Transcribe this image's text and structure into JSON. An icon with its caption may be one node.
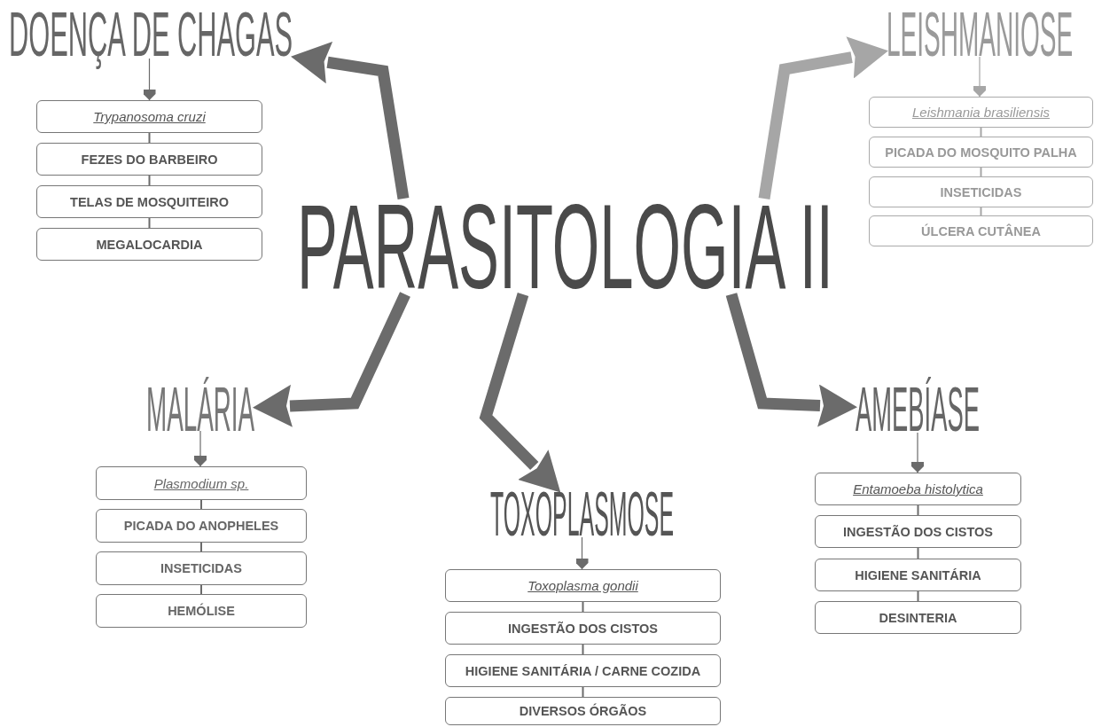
{
  "diagram": {
    "nodes": [
      {
        "text": [
          "PARASITOLOGIA II"
        ]
      },
      {
        "text": [
          "DOENÇA DE CHAGAS"
        ]
      },
      {
        "text": [
          "Trypanosoma cruzi"
        ]
      },
      {
        "text": [
          "FEZES DO BARBEIRO"
        ]
      },
      {
        "text": [
          "TELAS DE MOSQUITEIRO"
        ]
      },
      {
        "text": [
          "MEGALOCARDIA"
        ]
      },
      {
        "text": [
          "LEISHMANIOSE"
        ]
      },
      {
        "text": [
          "Leishmania brasiliensis"
        ]
      },
      {
        "text": [
          "PICADA DO MOSQUITO PALHA"
        ]
      },
      {
        "text": [
          "INSETICIDAS"
        ]
      },
      {
        "text": [
          "ÚLCERA CUTÂNEA"
        ]
      },
      {
        "text": [
          "MALÁRIA"
        ]
      },
      {
        "text": [
          "Plasmodium sp."
        ]
      },
      {
        "text": [
          "PICADA DO ANOPHELES"
        ]
      },
      {
        "text": [
          "INSETICIDAS"
        ]
      },
      {
        "text": [
          "HEMÓLISE"
        ]
      },
      {
        "text": [
          "TOXOPLASMOSE"
        ]
      },
      {
        "text": [
          "Toxoplasma gondii"
        ]
      },
      {
        "text": [
          "INGESTÃO DOS CISTOS"
        ]
      },
      {
        "text": [
          "HIGIENE SANITÁRIA / CARNE COZIDA"
        ]
      },
      {
        "text": [
          "DIVERSOS ÓRGÃOS"
        ]
      },
      {
        "text": [
          "AMEBÍASE"
        ]
      },
      {
        "text": [
          "Entamoeba histolytica"
        ]
      },
      {
        "text": [
          "INGESTÃO DOS CISTOS"
        ]
      },
      {
        "text": [
          "HIGIENE SANITÁRIA"
        ]
      },
      {
        "text": [
          "DESINTERIA"
        ]
      }
    ],
    "edges": [
      {
        "from": 0,
        "to": 1,
        "arrow": "to",
        "style": "thick"
      },
      {
        "from": 0,
        "to": 6,
        "arrow": "to",
        "style": "thick",
        "color": "#a6a6a6"
      },
      {
        "from": 0,
        "to": 11,
        "arrow": "to",
        "style": "thick"
      },
      {
        "from": 0,
        "to": 16,
        "arrow": "to",
        "style": "thick"
      },
      {
        "from": 0,
        "to": 21,
        "arrow": "to",
        "style": "thick"
      },
      {
        "from": 1,
        "to": 2,
        "arrow": "to"
      },
      {
        "from": 2,
        "to": 3,
        "arrow": "none"
      },
      {
        "from": 3,
        "to": 4,
        "arrow": "none"
      },
      {
        "from": 4,
        "to": 5,
        "arrow": "none"
      },
      {
        "from": 6,
        "to": 7,
        "arrow": "to",
        "color": "#a6a6a6"
      },
      {
        "from": 7,
        "to": 8,
        "arrow": "none",
        "color": "#a6a6a6"
      },
      {
        "from": 8,
        "to": 9,
        "arrow": "none",
        "color": "#a6a6a6"
      },
      {
        "from": 9,
        "to": 10,
        "arrow": "none",
        "color": "#a6a6a6"
      },
      {
        "from": 11,
        "to": 12,
        "arrow": "to"
      },
      {
        "from": 12,
        "to": 13,
        "arrow": "none"
      },
      {
        "from": 13,
        "to": 14,
        "arrow": "none"
      },
      {
        "from": 14,
        "to": 15,
        "arrow": "none"
      },
      {
        "from": 16,
        "to": 17,
        "arrow": "to"
      },
      {
        "from": 17,
        "to": 18,
        "arrow": "none"
      },
      {
        "from": 18,
        "to": 19,
        "arrow": "none"
      },
      {
        "from": 19,
        "to": 20,
        "arrow": "none"
      },
      {
        "from": 21,
        "to": 22,
        "arrow": "to"
      },
      {
        "from": 22,
        "to": 23,
        "arrow": "none"
      },
      {
        "from": 23,
        "to": 24,
        "arrow": "none"
      },
      {
        "from": 24,
        "to": 25,
        "arrow": "none"
      }
    ]
  }
}
